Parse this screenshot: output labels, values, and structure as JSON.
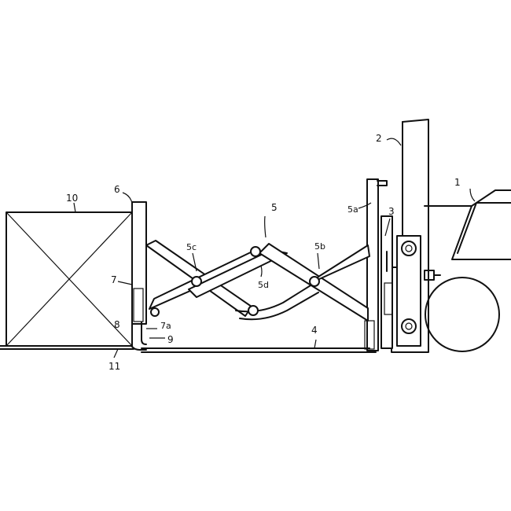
{
  "labels": {
    "l1": "1",
    "l2": "2",
    "l3": "3",
    "l4": "4",
    "l5": "5",
    "l5a": "5a",
    "l5b": "5b",
    "l5c": "5c",
    "l5d": "5d",
    "l6": "6",
    "l7": "7",
    "l7a": "7a",
    "l8": "8",
    "l9": "9",
    "l10": "10",
    "l11": "11"
  }
}
